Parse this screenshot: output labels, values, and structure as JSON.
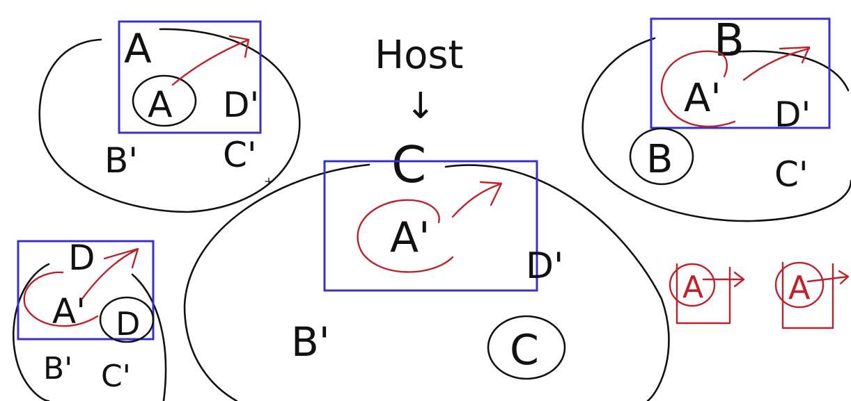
{
  "colors": {
    "ink": "#111111",
    "annotation": "#c0202a",
    "highlight_box": "#3333cc",
    "background": "#ffffff"
  },
  "labels": {
    "host": "Host",
    "arrow_down": "↓",
    "c_host": "C",
    "tl_top": "A",
    "tl_circled": "A",
    "tl_d": "D'",
    "tl_b": "B'",
    "tl_c": "C'",
    "tr_top": "B",
    "tr_a": "A'",
    "tr_d": "D'",
    "tr_circled": "B",
    "tr_c": "C'",
    "center_a": "A'",
    "center_d": "D'",
    "center_b": "B'",
    "center_circled": "C",
    "bl_top": "D",
    "bl_a": "A'",
    "bl_circled": "D",
    "bl_b": "B'",
    "bl_c": "C'",
    "legend_a1": "A",
    "legend_a2": "A"
  }
}
